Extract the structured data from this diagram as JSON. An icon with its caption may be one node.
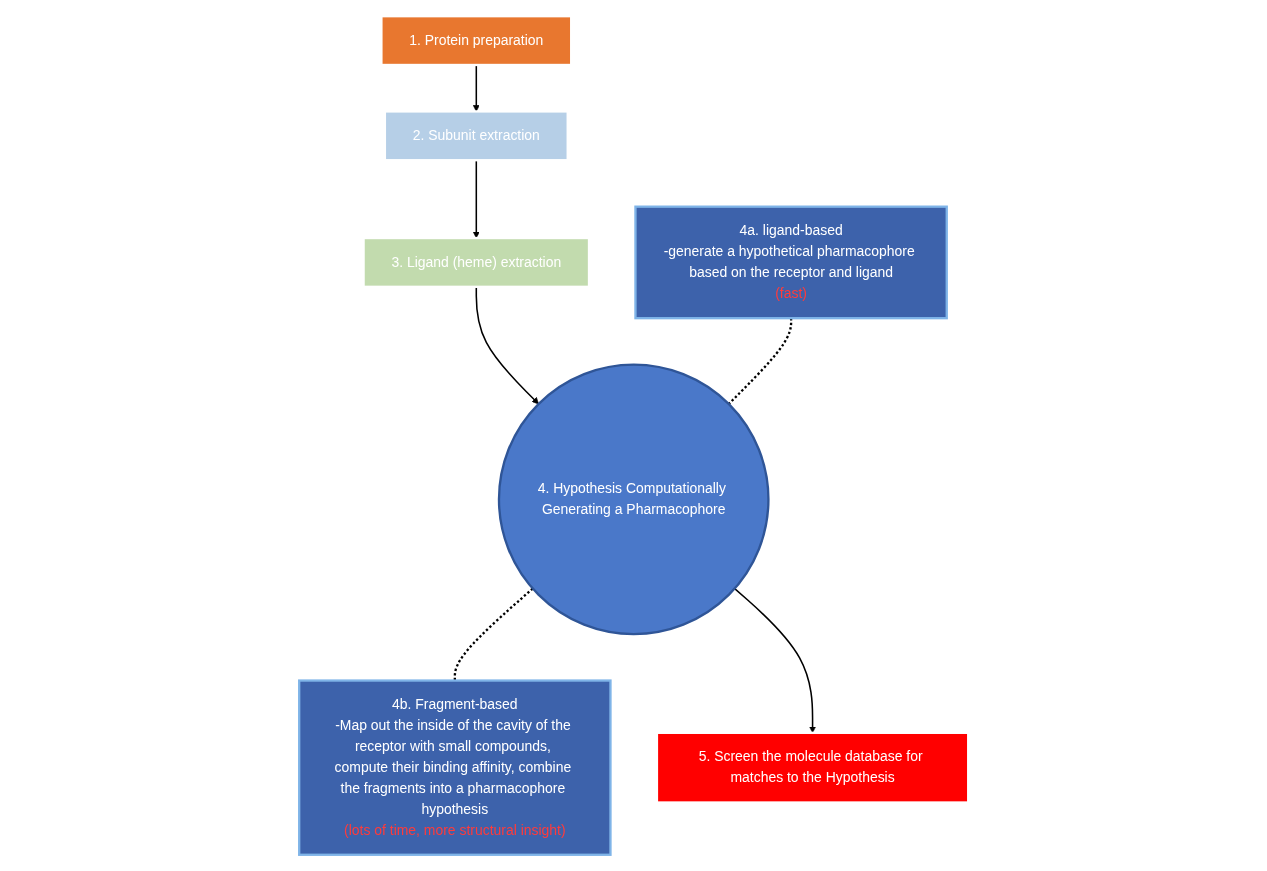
{
  "diagram": {
    "nodes": [
      {
        "text": [
          "1. Protein preparation"
        ]
      },
      {
        "text": [
          "2. Subunit extraction"
        ]
      },
      {
        "text": [
          "3. Ligand (heme) extraction"
        ]
      },
      {
        "text": [
          "4a. ligand-based",
          "-generate a hypothetical pharmacophore based on the receptor and ligand",
          "(fast)"
        ]
      },
      {
        "text": [
          "4. Hypothesis Computationally Generating a Pharmacophore"
        ]
      },
      {
        "text": [
          "4b. Fragment-based",
          "-Map out the inside of the cavity of the receptor with small compounds, compute their binding affinity, combine the fragments into a pharmacophore hypothesis",
          "(lots of time, more structural insight)"
        ]
      },
      {
        "text": [
          "5. Screen the molecule database for matches to the Hypothesis"
        ]
      }
    ],
    "edges": [
      {
        "from": 0,
        "to": 1,
        "arrow": "to"
      },
      {
        "from": 1,
        "to": 2,
        "arrow": "to"
      },
      {
        "from": 2,
        "to": 4,
        "arrow": "to"
      },
      {
        "from": 3,
        "to": 4,
        "arrow": "none",
        "style": "dashed"
      },
      {
        "from": 4,
        "to": 5,
        "arrow": "none",
        "style": "dashed"
      },
      {
        "from": 4,
        "to": 6,
        "arrow": "to"
      }
    ]
  }
}
